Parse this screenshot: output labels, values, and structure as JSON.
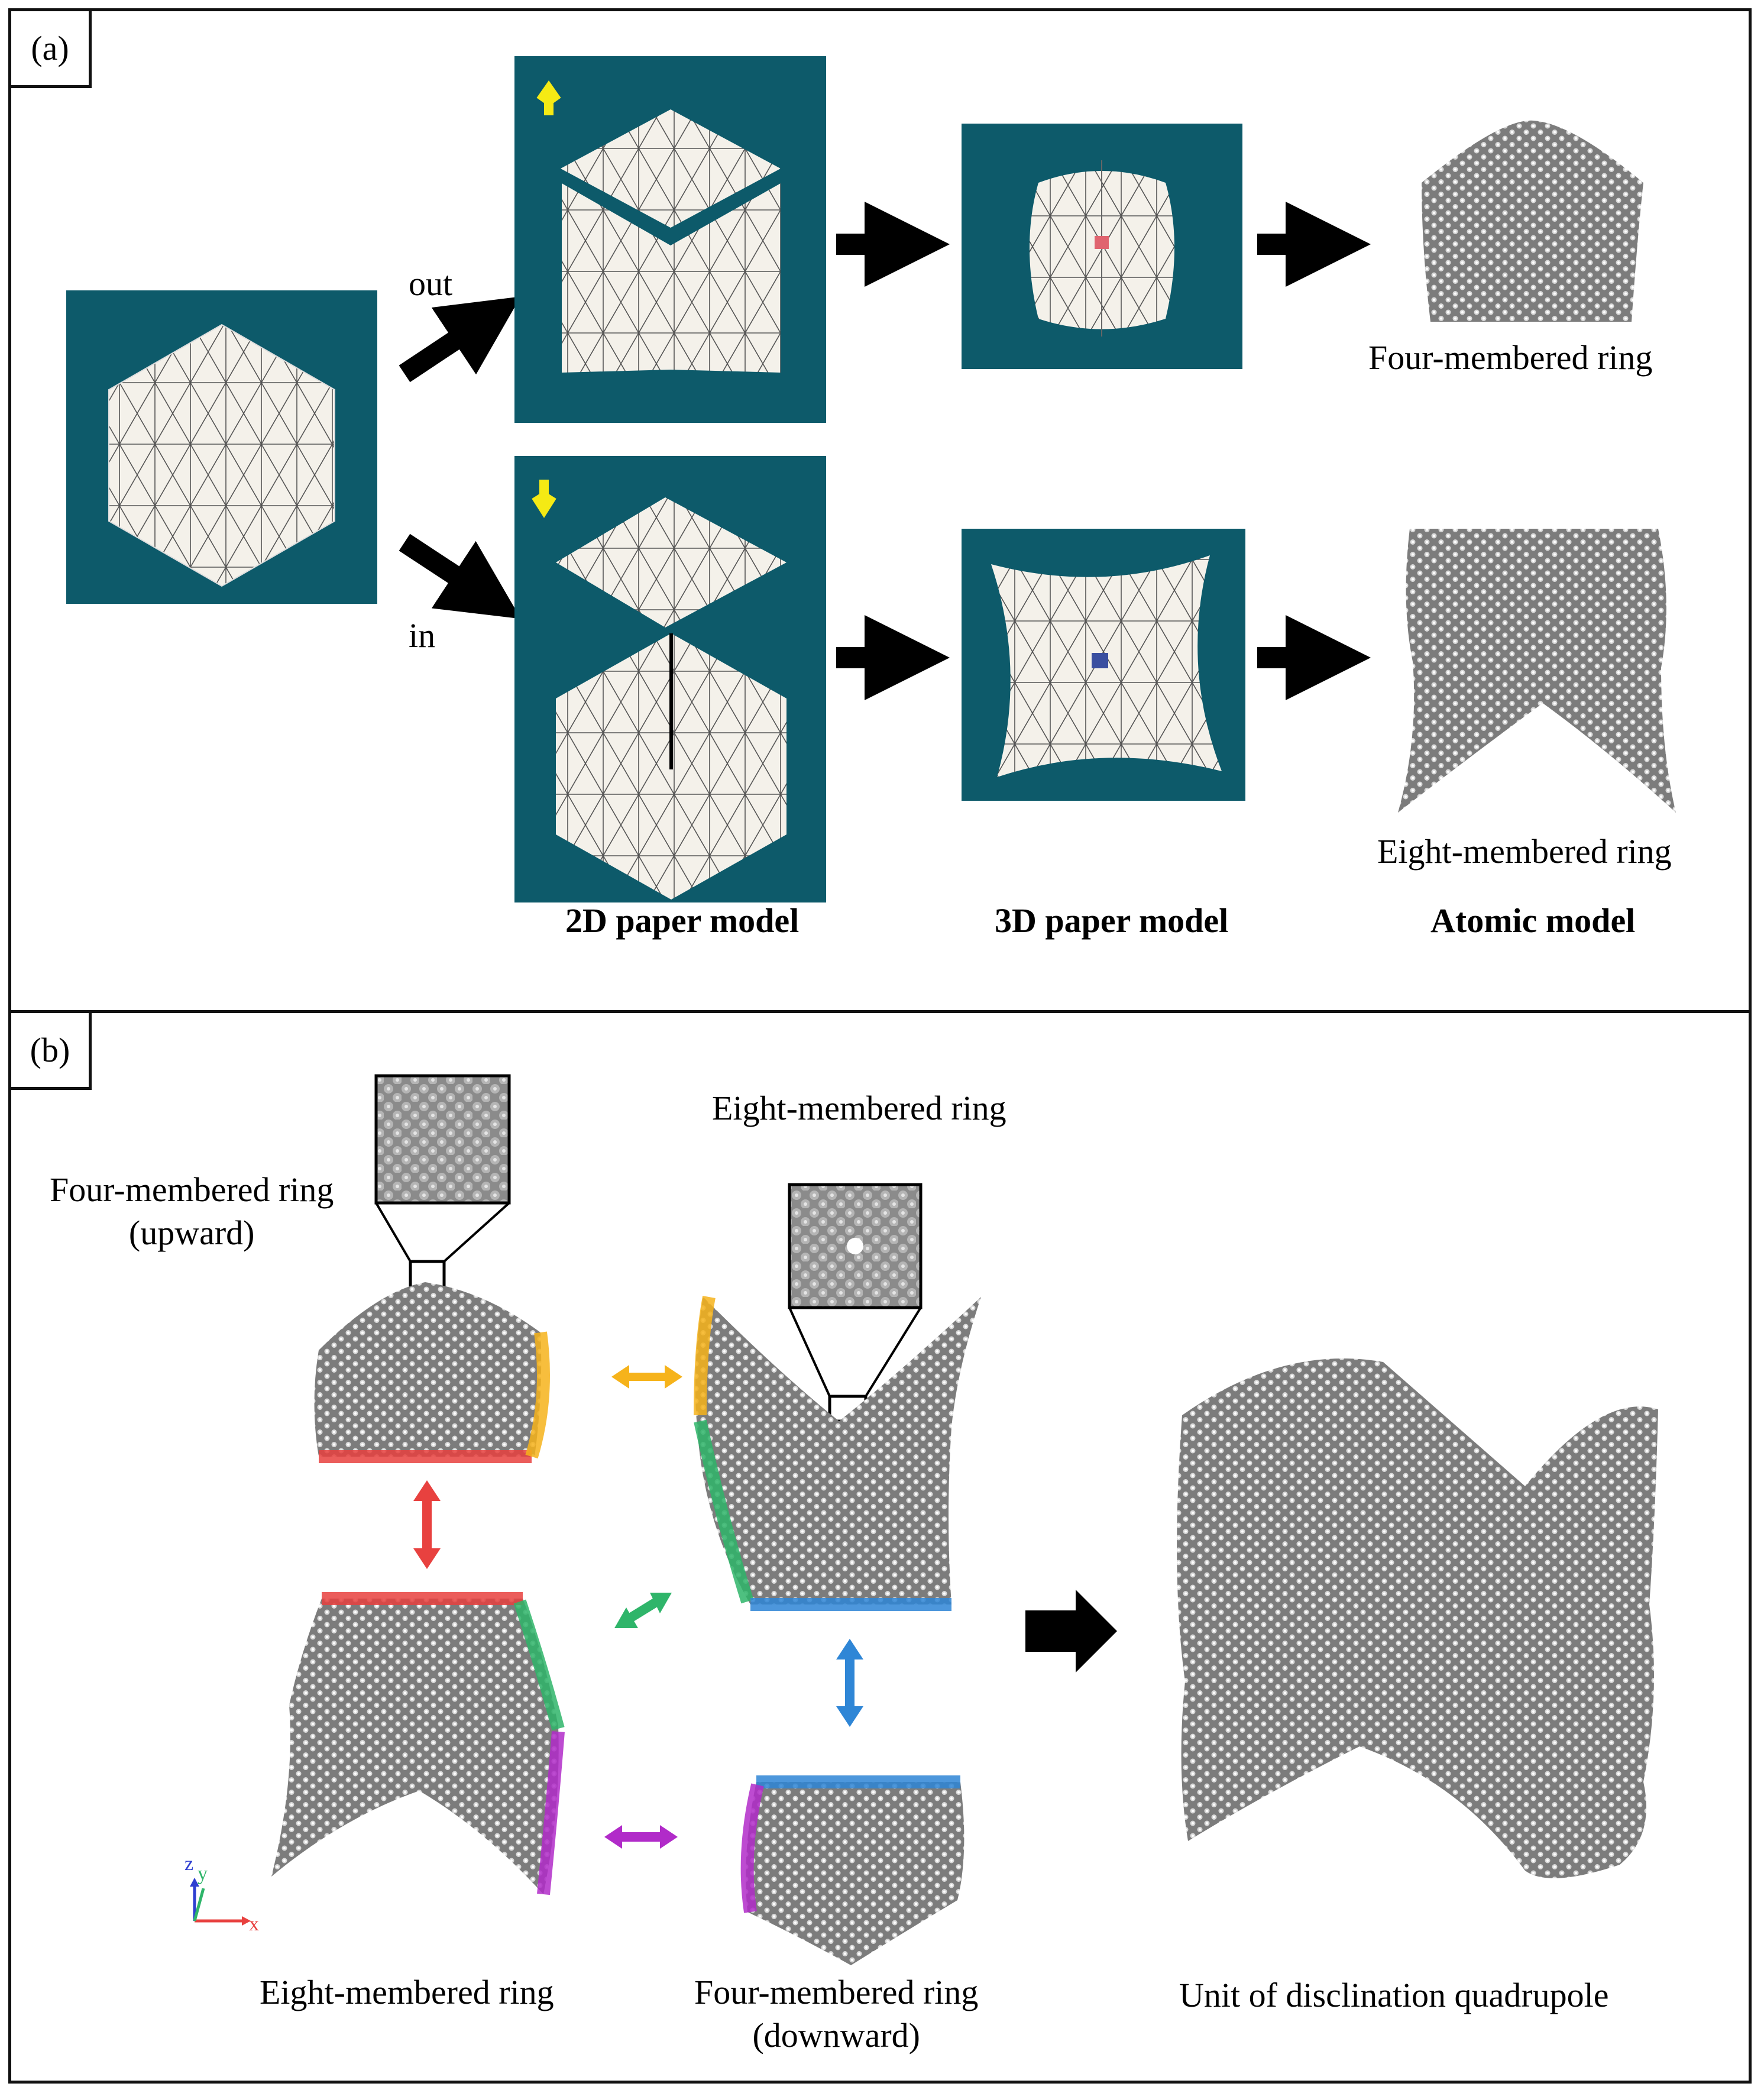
{
  "panel_a": {
    "tag": "(a)",
    "out_label": "out",
    "in_label": "in",
    "four_ring_caption": "Four-membered ring",
    "eight_ring_caption": "Eight-membered ring",
    "col_2d": "2D paper model",
    "col_3d": "3D paper model",
    "col_atomic": "Atomic model"
  },
  "panel_b": {
    "tag": "(b)",
    "four_up_line1": "Four-membered ring",
    "four_up_line2": "(upward)",
    "eight_top": "Eight-membered ring",
    "eight_bottom": "Eight-membered ring",
    "four_down_line1": "Four-membered ring",
    "four_down_line2": "(downward)",
    "unit_label": "Unit of disclination quadrupole",
    "axis_z": "z",
    "axis_y": "y",
    "axis_x": "x"
  },
  "colors": {
    "photo_bg": "#0d5a6a",
    "paper": "#f4f1ea",
    "atom_grey": "#8a8a8a",
    "arrow_black": "#000000",
    "yellow_marker": "#f5ea14",
    "edge_red": "#e8413f",
    "edge_orange": "#f6b31b",
    "edge_green": "#2fb56a",
    "edge_blue": "#2f86d6",
    "edge_magenta": "#b12bc9"
  }
}
